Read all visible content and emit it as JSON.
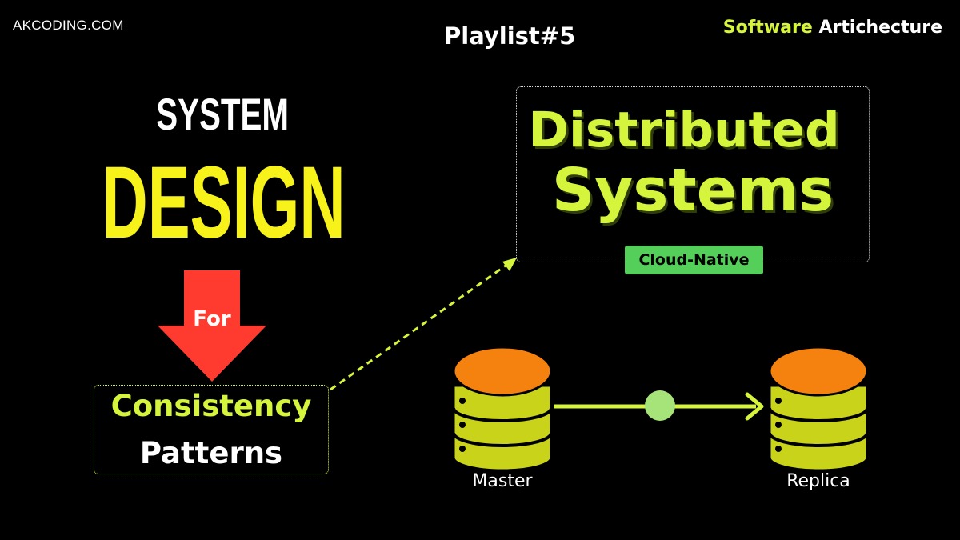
{
  "header": {
    "site": "AKCODING.COM",
    "playlist": "Playlist#5",
    "category_accent": "Software",
    "category_rest": " Artichecture"
  },
  "left": {
    "system": "SYSTEM",
    "design": "DESIGN",
    "for": "For",
    "consistency": "Consistency",
    "patterns": "Patterns"
  },
  "right": {
    "distributed": "Distributed",
    "systems": "Systems",
    "badge": "Cloud-Native"
  },
  "diagram": {
    "master": "Master",
    "replica": "Replica",
    "master_icon": "database-icon",
    "replica_icon": "database-icon"
  },
  "colors": {
    "background": "#000000",
    "accent_lime": "#d4f53c",
    "design_yellow": "#f6f21a",
    "arrow_red": "#ff3b30",
    "db_top_orange": "#f5820f",
    "db_body_yellow": "#c9d31a",
    "badge_green": "#54d05a",
    "dot_green": "#a6e47a"
  }
}
